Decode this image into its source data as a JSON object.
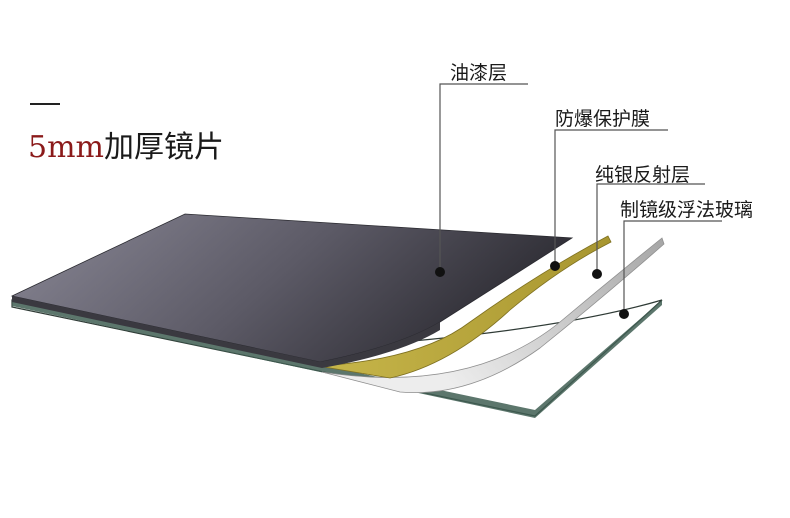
{
  "heading": {
    "size": "5mm",
    "text": "加厚镜片"
  },
  "layers": [
    {
      "label": "油漆层",
      "color": "#55545e"
    },
    {
      "label": "防爆保护膜",
      "color": "#b9a838"
    },
    {
      "label": "纯银反射层",
      "color": "#cfcfcf"
    },
    {
      "label": "制镜级浮法玻璃",
      "color": "#ffffff"
    }
  ],
  "colors": {
    "accent": "#8b1a1a",
    "glass_edge": "#3f5e52",
    "leader_line": "#555555"
  }
}
